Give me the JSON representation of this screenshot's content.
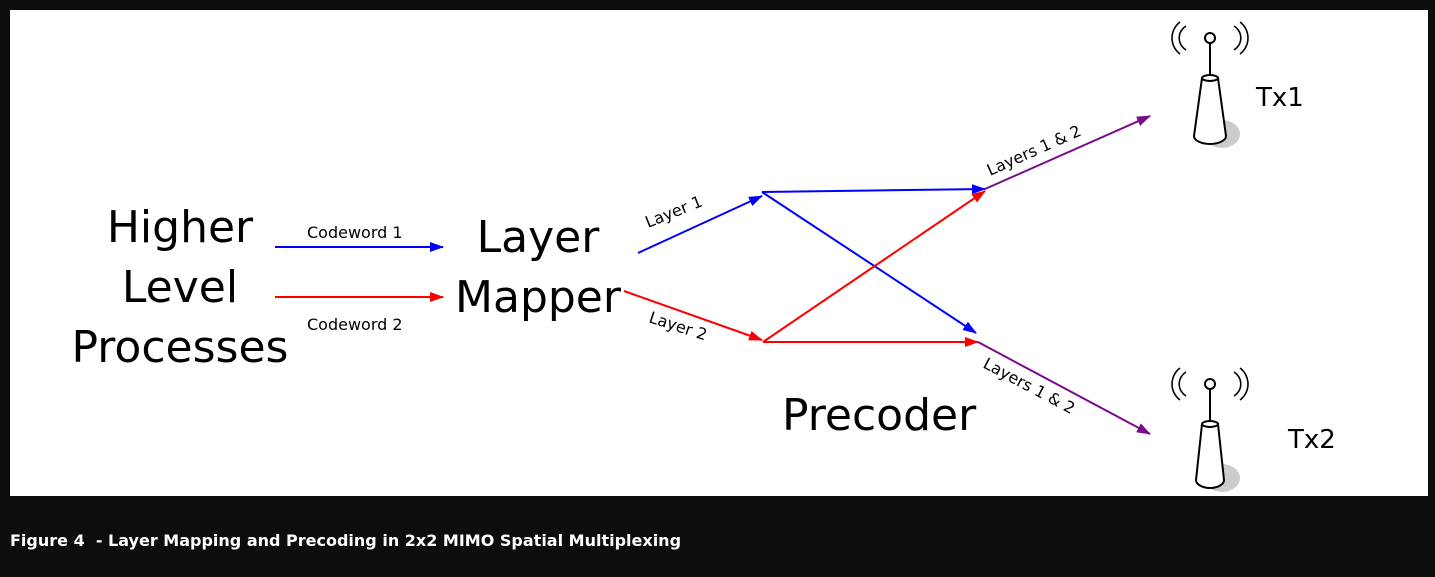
{
  "diagram": {
    "block_higher": [
      "Higher",
      "Level",
      "Processes"
    ],
    "block_mapper": [
      "Layer",
      "Mapper"
    ],
    "block_precoder": "Precoder",
    "codeword1": "Codeword 1",
    "codeword2": "Codeword 2",
    "layer1": "Layer 1",
    "layer2": "Layer 2",
    "layers_out1": "Layers 1 & 2",
    "layers_out2": "Layers 1 & 2",
    "tx1": "Tx1",
    "tx2": "Tx2",
    "colors": {
      "codeword1": "#0000ff",
      "codeword2": "#ff0000",
      "combined": "#7a0a8c"
    },
    "icons": [
      "antenna-icon",
      "antenna-icon"
    ]
  },
  "caption": "Figure 4  - Layer Mapping and Precoding in 2x2 MIMO Spatial Multiplexing"
}
